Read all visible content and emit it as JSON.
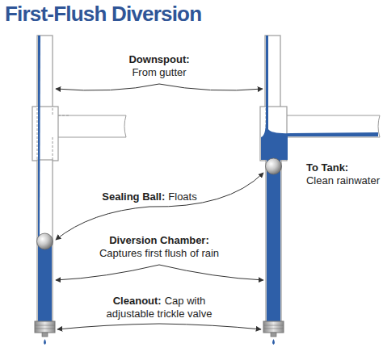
{
  "diagram": {
    "title": "First-Flush Diversion",
    "labels": [
      "Downspout:",
      "From gutter",
      "Sealing Ball:",
      "Floats",
      "Diversion Chamber:",
      "Captures first flush of rain",
      "Cleanout:",
      "Cap with adjustable trickle valve",
      "To Tank:",
      "Clean rainwater"
    ]
  }
}
